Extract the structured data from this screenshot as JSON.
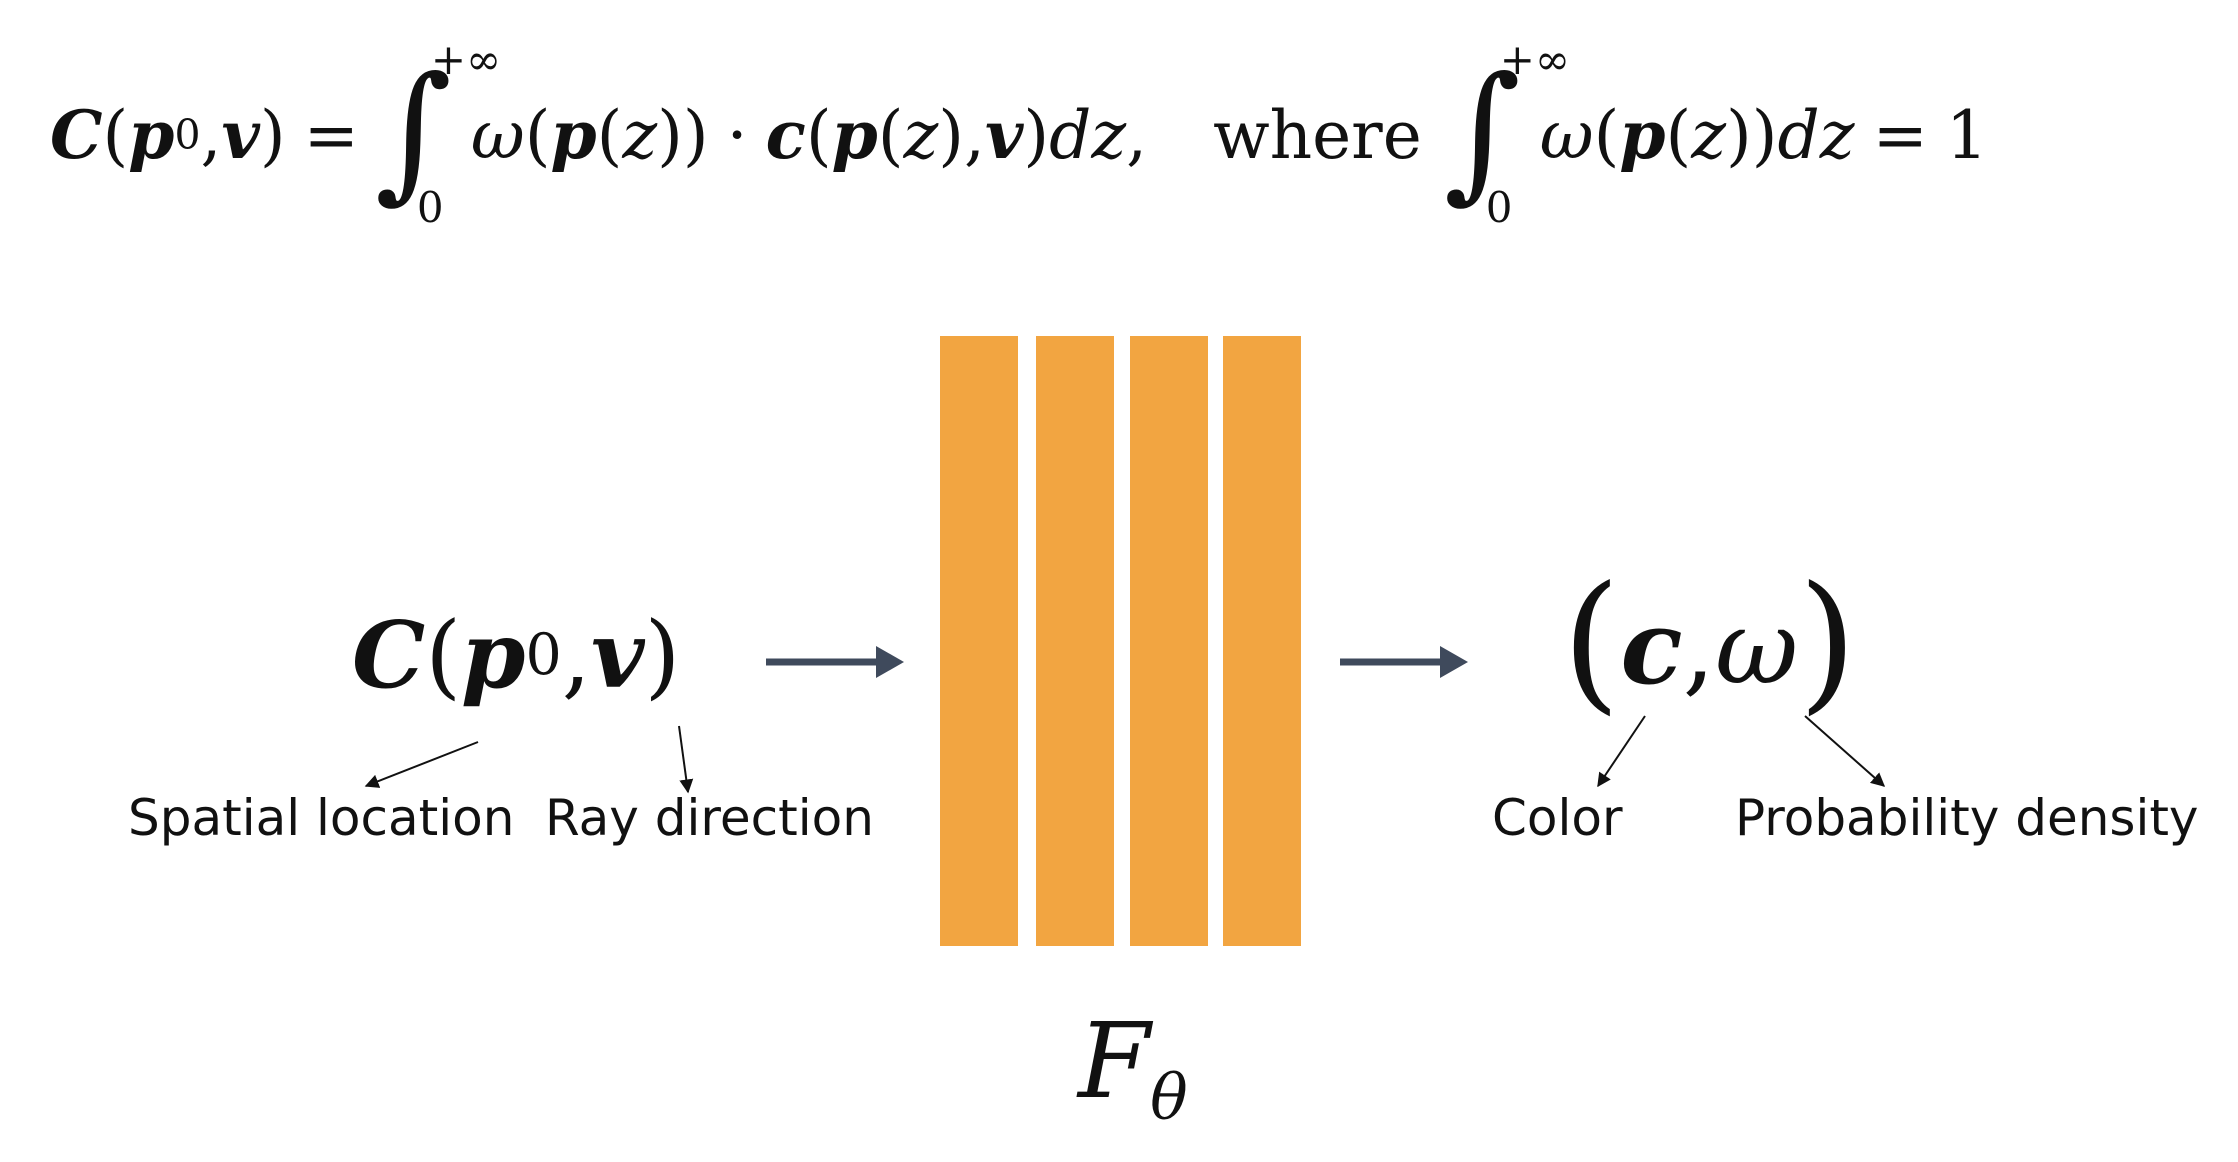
{
  "equation": {
    "lhs_symbol": "C",
    "lhs_open": "(",
    "p": "p",
    "p_sub": "0",
    "comma": ",",
    "v": "v",
    "lhs_close": ")",
    "equals": "=",
    "integral_upper": "+∞",
    "integral_lower": "0",
    "omega": "ω",
    "integrand_1": "(",
    "z": "z",
    "dot": "·",
    "c": "c",
    "dz": "dz",
    "where": "where",
    "one": "1"
  },
  "diagram": {
    "input": {
      "symbol": "C",
      "p": "p",
      "p_sub": "0",
      "v": "v"
    },
    "output": {
      "c": "c",
      "omega": "ω"
    },
    "model": {
      "symbol": "F",
      "sub": "θ"
    },
    "input_labels": [
      "Spatial location",
      "Ray direction"
    ],
    "output_labels": [
      "Color",
      "Probability density"
    ],
    "block_count": 4
  },
  "colors": {
    "block": "#f2a541",
    "arrow": "#3f4a5c",
    "text": "#111111",
    "background": "#ffffff"
  }
}
